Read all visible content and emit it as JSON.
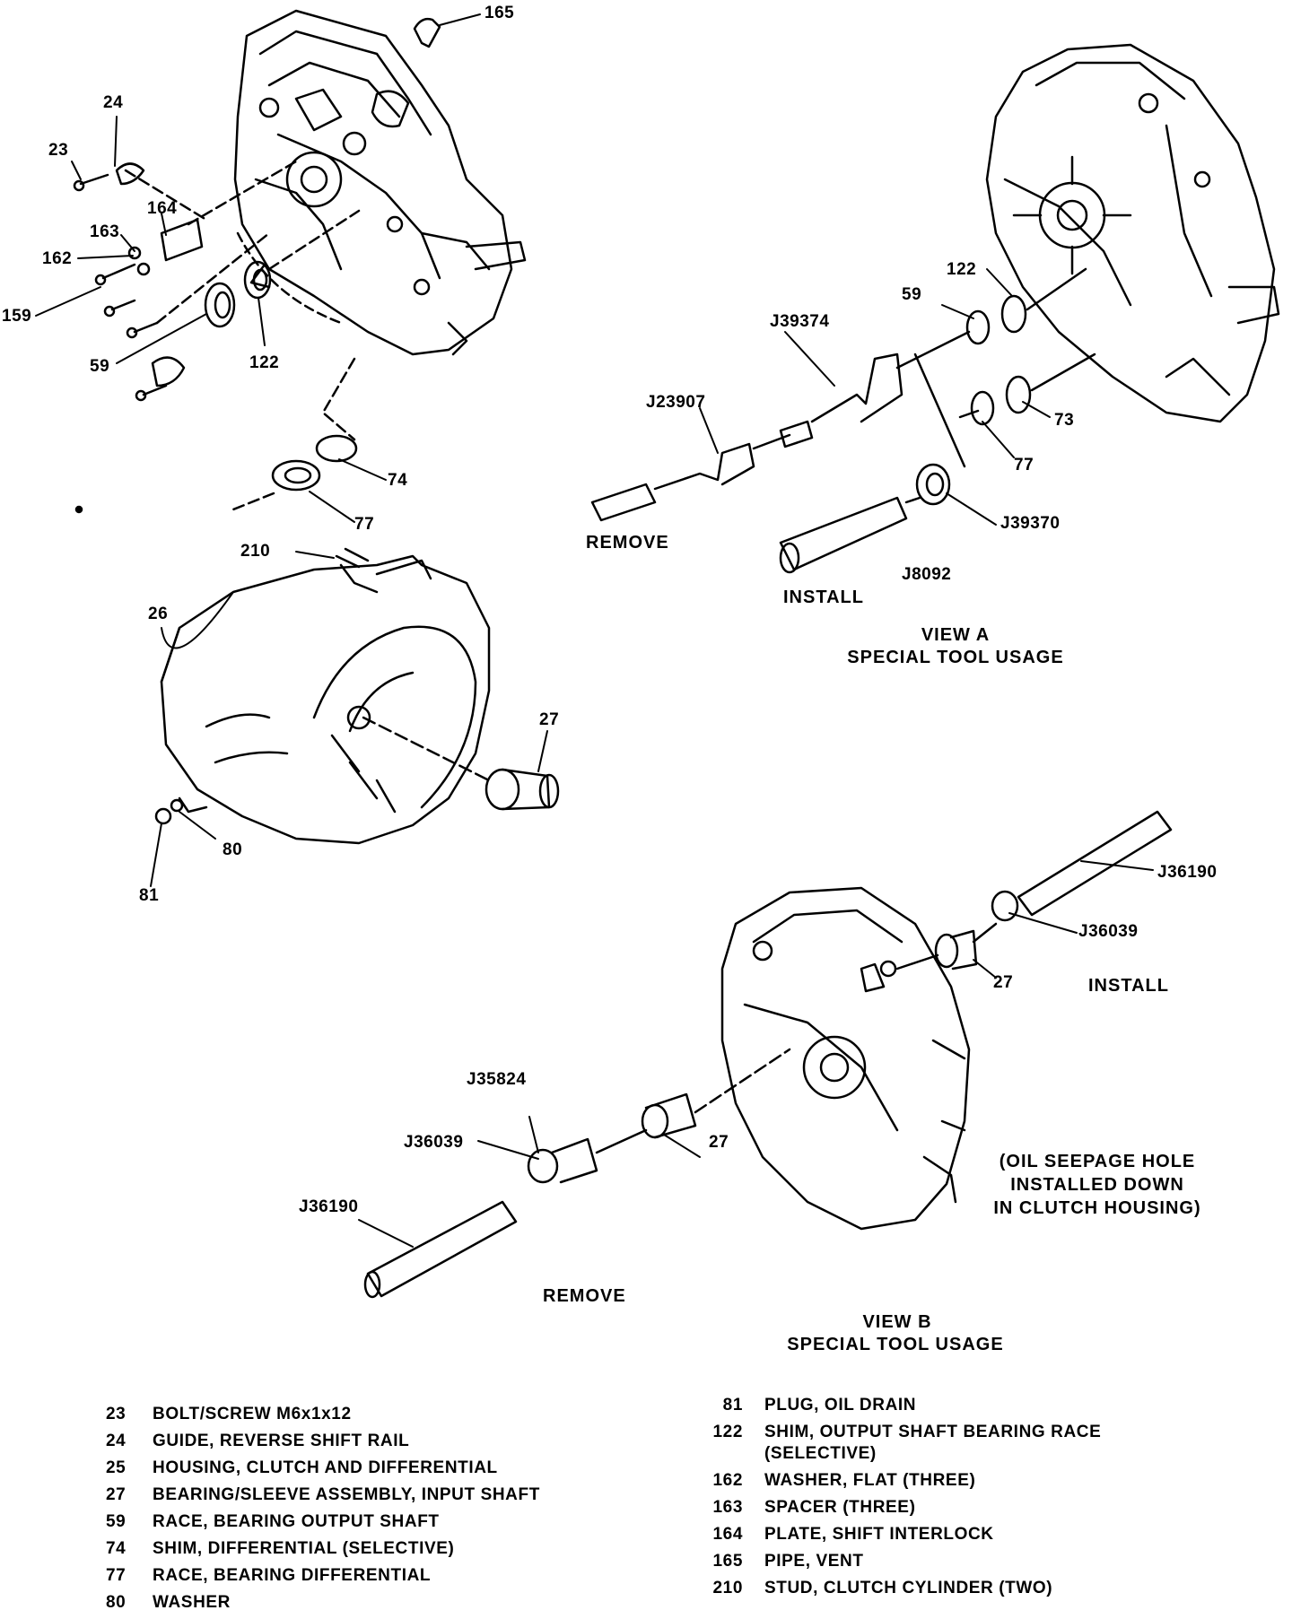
{
  "parts_labels": [
    "165",
    "24",
    "23",
    "164",
    "163",
    "162",
    "159",
    "59",
    "122",
    "74",
    "77",
    "210",
    "26",
    "27",
    "80",
    "81"
  ],
  "view_a": {
    "labels": [
      "J39374",
      "J23907",
      "59",
      "122",
      "73",
      "77",
      "J39370",
      "J8092"
    ],
    "remove": "REMOVE",
    "install": "INSTALL",
    "title": "VIEW A",
    "subtitle": "SPECIAL TOOL USAGE"
  },
  "view_b": {
    "labels": [
      "J36190",
      "J36039",
      "27",
      "J35824",
      "J36039",
      "27",
      "J36190"
    ],
    "install": "INSTALL",
    "remove": "REMOVE",
    "note": [
      "(OIL SEEPAGE HOLE",
      "INSTALLED DOWN",
      "IN CLUTCH HOUSING)"
    ],
    "title": "VIEW B",
    "subtitle": "SPECIAL TOOL USAGE"
  },
  "legend_left": [
    {
      "num": "23",
      "desc": "BOLT/SCREW  M6x1x12"
    },
    {
      "num": "24",
      "desc": "GUIDE, REVERSE SHIFT RAIL"
    },
    {
      "num": "25",
      "desc": "HOUSING, CLUTCH AND DIFFERENTIAL"
    },
    {
      "num": "27",
      "desc": "BEARING/SLEEVE ASSEMBLY, INPUT SHAFT"
    },
    {
      "num": "59",
      "desc": "RACE, BEARING OUTPUT SHAFT"
    },
    {
      "num": "74",
      "desc": "SHIM, DIFFERENTIAL (SELECTIVE)"
    },
    {
      "num": "77",
      "desc": "RACE, BEARING DIFFERENTIAL"
    },
    {
      "num": "80",
      "desc": "WASHER"
    }
  ],
  "legend_right": [
    {
      "num": "81",
      "desc": "PLUG, OIL DRAIN"
    },
    {
      "num": "122",
      "desc": "SHIM, OUTPUT SHAFT BEARING RACE (SELECTIVE)"
    },
    {
      "num": "162",
      "desc": "WASHER, FLAT (THREE)"
    },
    {
      "num": "163",
      "desc": "SPACER (THREE)"
    },
    {
      "num": "164",
      "desc": "PLATE, SHIFT INTERLOCK"
    },
    {
      "num": "165",
      "desc": "PIPE, VENT"
    },
    {
      "num": "210",
      "desc": "STUD, CLUTCH CYLINDER (TWO)"
    }
  ]
}
